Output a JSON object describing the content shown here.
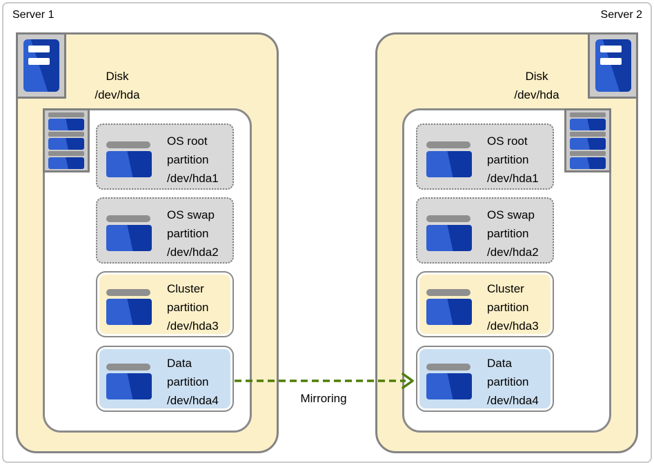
{
  "diagram": {
    "arrow_label": "Mirroring",
    "servers": [
      {
        "name": "Server 1",
        "disk_label": [
          "Disk",
          "/dev/hda"
        ],
        "partitions": [
          {
            "kind": "os",
            "lines": [
              "OS root",
              "partition",
              "/dev/hda1"
            ]
          },
          {
            "kind": "os",
            "lines": [
              "OS swap",
              "partition",
              "/dev/hda2"
            ]
          },
          {
            "kind": "cluster",
            "lines": [
              "Cluster",
              "partition",
              "/dev/hda3"
            ]
          },
          {
            "kind": "data",
            "lines": [
              "Data",
              "partition",
              "/dev/hda4"
            ]
          }
        ]
      },
      {
        "name": "Server 2",
        "disk_label": [
          "Disk",
          "/dev/hda"
        ],
        "partitions": [
          {
            "kind": "os",
            "lines": [
              "OS root",
              "partition",
              "/dev/hda1"
            ]
          },
          {
            "kind": "os",
            "lines": [
              "OS swap",
              "partition",
              "/dev/hda2"
            ]
          },
          {
            "kind": "cluster",
            "lines": [
              "Cluster",
              "partition",
              "/dev/hda3"
            ]
          },
          {
            "kind": "data",
            "lines": [
              "Data",
              "partition",
              "/dev/hda4"
            ]
          }
        ]
      }
    ],
    "colors": {
      "disk_fill": "#fcf0c8",
      "os_partition_fill": "#d9d9d9",
      "cluster_partition_fill": "#fcf0c8",
      "data_partition_fill": "#cbdff2",
      "border_gray": "#8a8a8a",
      "icon_blue_light": "#3060d2",
      "icon_blue_dark": "#0e37a4",
      "arrow_green": "#4e7d05"
    }
  }
}
